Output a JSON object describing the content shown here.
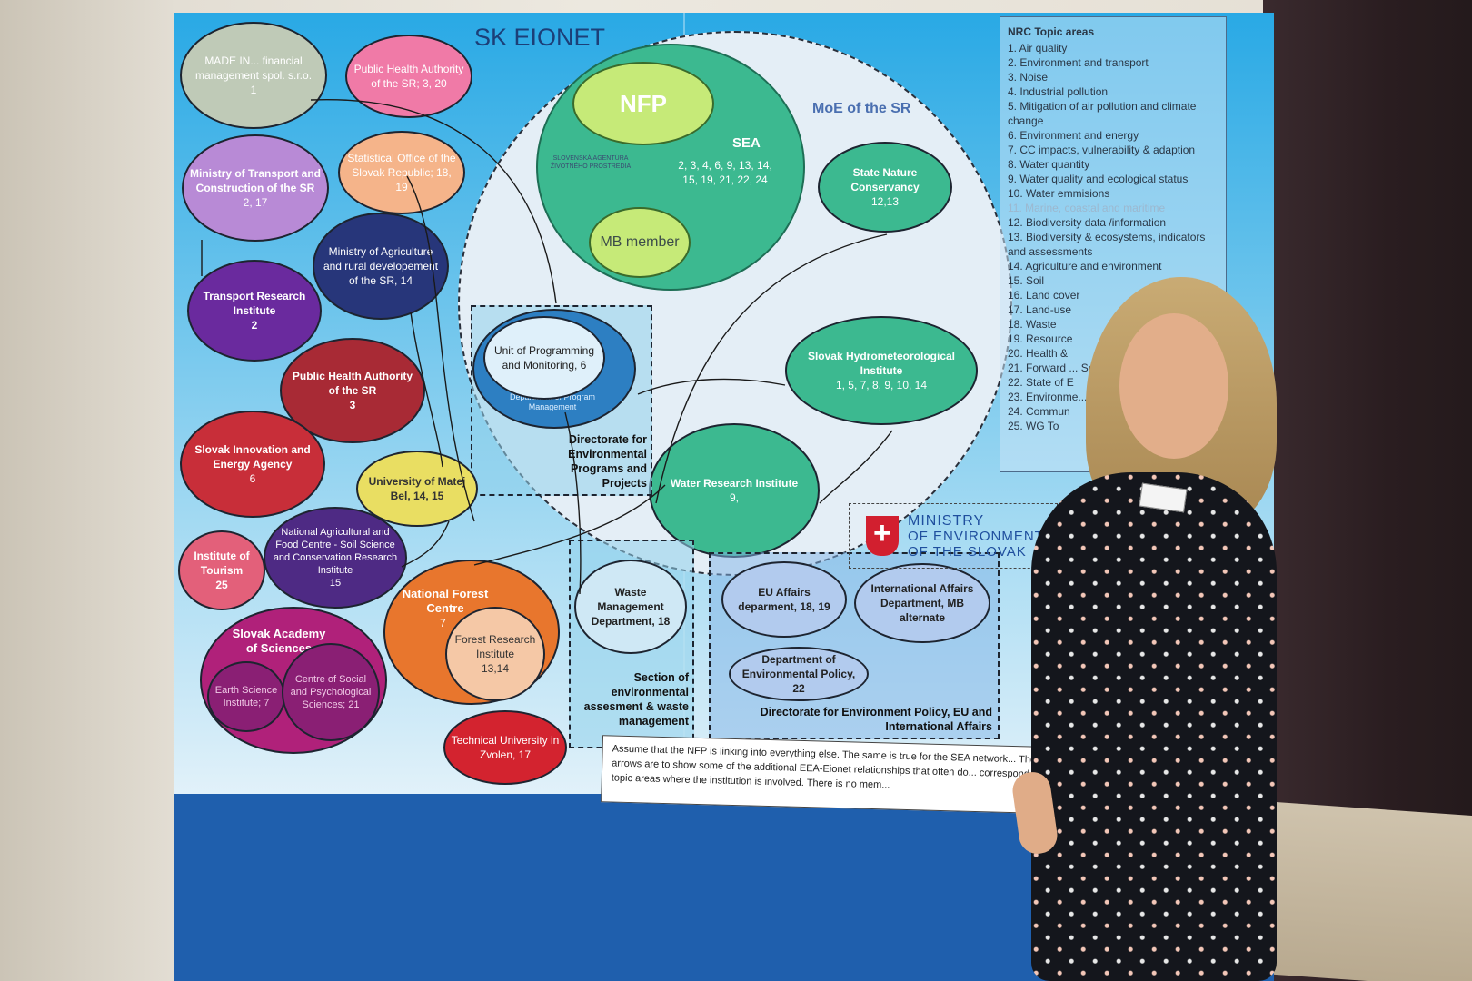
{
  "poster": {
    "title": "SK EIONET",
    "moe_label": "MoE of the SR",
    "nfp": "NFP",
    "sea": {
      "title": "SEA",
      "num": "2, 3, 4, 6, 9, 13, 14, 15, 19, 21, 22, 24",
      "logo_text": "SLOVENSKÁ AGENTÚRA ŽIVOTNÉHO PROSTREDIA"
    },
    "mb_member": "MB member",
    "state_nature": {
      "name": "State Nature Conservancy",
      "num": "12,13"
    },
    "shmu": {
      "name": "Slovak Hydrometeorological Institute",
      "num": "1, 5, 7, 8, 9, 10, 14"
    },
    "water_research": {
      "name": "Water Research Institute",
      "num": "9,"
    },
    "upm": {
      "name": "Unit of Programming and Monitoring, 6",
      "sub": "Department of Program Management"
    },
    "directorate_env_programs": "Directorate for Environmental Programs and Projects",
    "made_in": {
      "name": "MADE IN... financial management spol. s.r.o.",
      "num": "1"
    },
    "pha_faint": {
      "name": "Public Health Authority of the SR; 3, 20"
    },
    "ministry_transport": {
      "name": "Ministry of Transport and Construction of the SR",
      "num": "2, 17"
    },
    "stat_office": {
      "name": "Statistical Office of the Slovak Republic; 18, 19"
    },
    "ministry_agri": {
      "name": "Ministry of Agriculture and rural developement of the SR, 14"
    },
    "transport_research": {
      "name": "Transport Research Institute",
      "num": "2"
    },
    "pha": {
      "name": "Public Health Authority of the SR",
      "num": "3"
    },
    "sie_agency": {
      "name": "Slovak Innovation and Energy Agency",
      "num": "6"
    },
    "umb": {
      "name": "University of Matej Bel, 14, 15"
    },
    "tourism": {
      "name": "Institute of Tourism",
      "num": "25"
    },
    "nppc": {
      "name": "National Agricultural and Food Centre - Soil Science and Conservation Research Institute",
      "num": "15"
    },
    "nfc": {
      "name": "National Forest Centre",
      "num": "7"
    },
    "forest_research": {
      "name": "Forest Research Institute",
      "num": "13,14"
    },
    "sav": {
      "name": "Slovak Academy of Sciences"
    },
    "earth_science": {
      "name": "Earth Science Institute; 7"
    },
    "social_psych": {
      "name": "Centre of Social and Psychological Sciences; 21"
    },
    "tuzvo": {
      "name": "Technical University in Zvolen, 17"
    },
    "waste_dept": {
      "name": "Waste Management Department, 18"
    },
    "section_env": "Section of environmental assesment & waste management",
    "eu_affairs": {
      "name": "EU Affairs deparment, 18, 19"
    },
    "intl_affairs": {
      "name": "International Affairs Department, MB alternate"
    },
    "env_policy": {
      "name": "Department of Environmental Policy, 22"
    },
    "directorate_policy": "Directorate for Environment Policy, EU and International Affairs",
    "ministry_logo": {
      "line1": "MINISTRY",
      "line2": "OF ENVIRONMENT",
      "line3": "OF THE SLOVAK"
    },
    "note": "Assume that the NFP is linking into everything else. The same is true for the SEA network... The arrows are to show some of the additional EEA-Eionet relationships that often do... correspond to the topic areas where the institution is involved. There is no mem...",
    "topics_title": "NRC Topic areas",
    "topics": [
      "1.  Air quality",
      "2.  Environment and transport",
      "3.  Noise",
      "4.  Industrial pollution",
      "5.  Mitigation of air pollution and climate change",
      "6.  Environment and energy",
      "7.  CC impacts, vulnerability & adaption",
      "8.  Water quantity",
      "9.  Water quality and ecological status",
      "10. Water emmisions",
      "11. Marine, coastal and maritime",
      "12. Biodiversity data /information",
      "13. Biodiversity & ecosystems, indicators and assessments",
      "14. Agriculture and environment",
      "15. Soil",
      "16. Land cover",
      "17. Land-use",
      "18. Waste",
      "19. Resource",
      "20. Health &",
      "21. Forward ... Services",
      "22. State of E",
      "23. Environme... Systems",
      "24. Commun",
      "25. WG To"
    ]
  }
}
